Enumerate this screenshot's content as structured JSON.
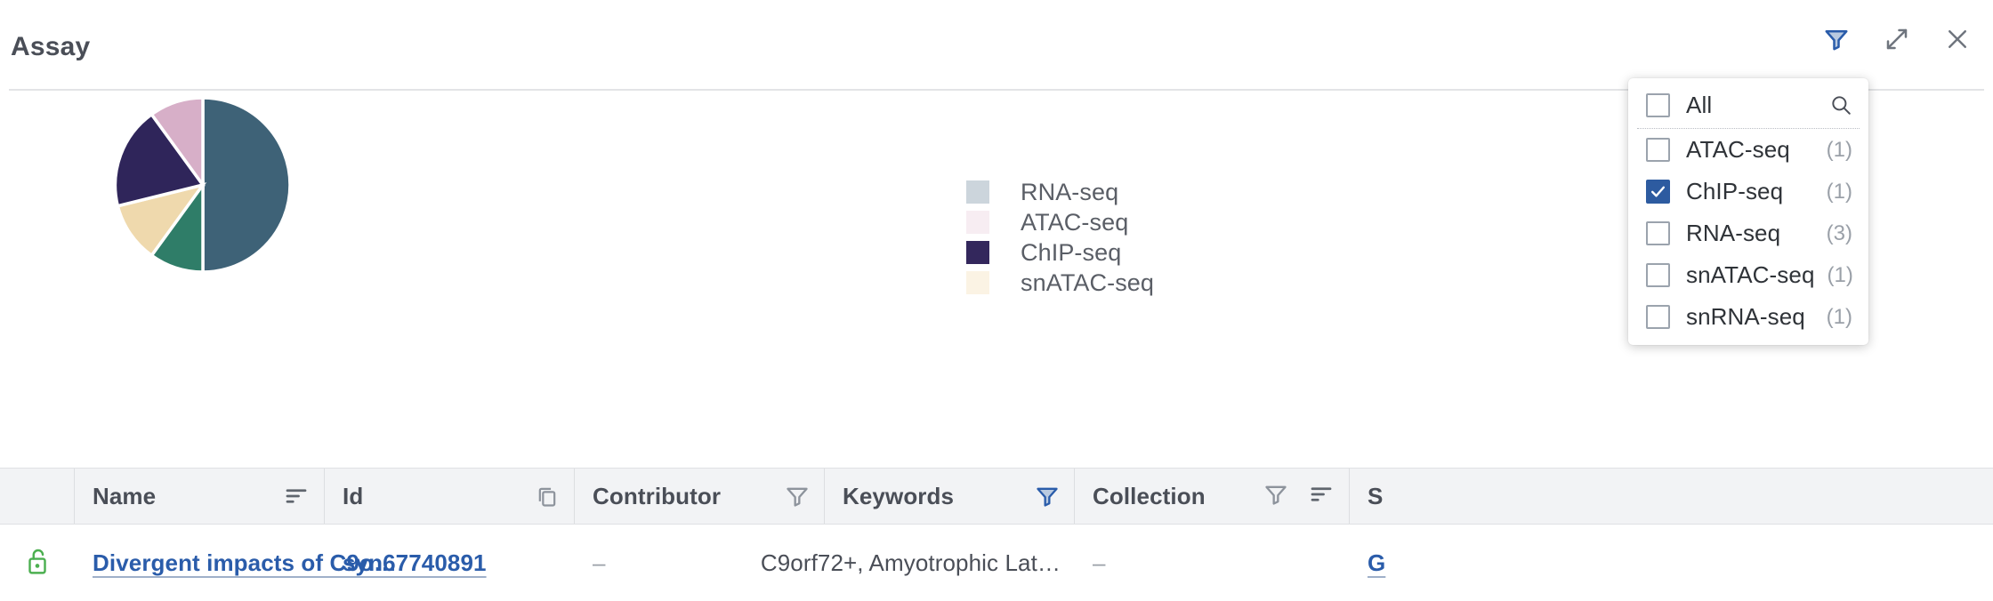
{
  "header": {
    "title": "Assay",
    "icons": [
      {
        "name": "filter-icon",
        "state": "active"
      },
      {
        "name": "expand-icon",
        "state": "default"
      },
      {
        "name": "close-icon",
        "state": "default"
      }
    ]
  },
  "colors": {
    "accent_blue": "#2d5ba0",
    "filter_active": "#2a5caa",
    "filter_inactive": "#9aa0a8",
    "link": "#2a5caa",
    "lock_green": "#4caf50",
    "header_bg": "#f2f3f5",
    "text": "#4a4e57"
  },
  "chart_data": {
    "type": "pie",
    "title": "Assay",
    "legend_position": "right",
    "categories": [
      "RNA-seq",
      "ATAC-seq",
      "ChIP-seq",
      "snATAC-seq"
    ],
    "values": [
      50,
      16,
      16,
      12
    ],
    "slice_colors": [
      "#3e6277",
      "#d7afc8",
      "#2f255a",
      "#efd9ad",
      "#2f7d68"
    ],
    "legend": [
      {
        "label": "RNA-seq",
        "swatch": "#ccd5dc"
      },
      {
        "label": "ATAC-seq",
        "swatch": "#f7edf2"
      },
      {
        "label": "ChIP-seq",
        "swatch": "#33275c"
      },
      {
        "label": "snATAC-seq",
        "swatch": "#fbf3e4"
      }
    ]
  },
  "dropdown": {
    "all_label": "All",
    "search_icon": "search-icon",
    "options": [
      {
        "label": "ATAC-seq",
        "count": "(1)",
        "checked": false
      },
      {
        "label": "ChIP-seq",
        "count": "(1)",
        "checked": true
      },
      {
        "label": "RNA-seq",
        "count": "(3)",
        "checked": false
      },
      {
        "label": "snATAC-seq",
        "count": "(1)",
        "checked": false
      },
      {
        "label": "snRNA-seq",
        "count": "(1)",
        "checked": false
      }
    ]
  },
  "table": {
    "columns": [
      {
        "label": "",
        "icons": []
      },
      {
        "label": "Name",
        "icons": [
          "sort-icon"
        ]
      },
      {
        "label": "Id",
        "icons": [
          "copy-icon"
        ]
      },
      {
        "label": "Contributor",
        "icons": [
          "filter-icon"
        ]
      },
      {
        "label": "Keywords",
        "icons": [
          "filter-icon-active"
        ]
      },
      {
        "label": "Collection",
        "icons": [
          "filter-icon",
          "sort-icon"
        ]
      },
      {
        "label": "S",
        "icons": []
      }
    ],
    "rows": [
      {
        "lock": "unlock-icon",
        "name": "Divergent impacts of C9o…",
        "id": "syn67740891",
        "contributor": "–",
        "keywords": "C9orf72+, Amyotrophic Lat…",
        "collection": "–",
        "s": "G"
      }
    ]
  }
}
